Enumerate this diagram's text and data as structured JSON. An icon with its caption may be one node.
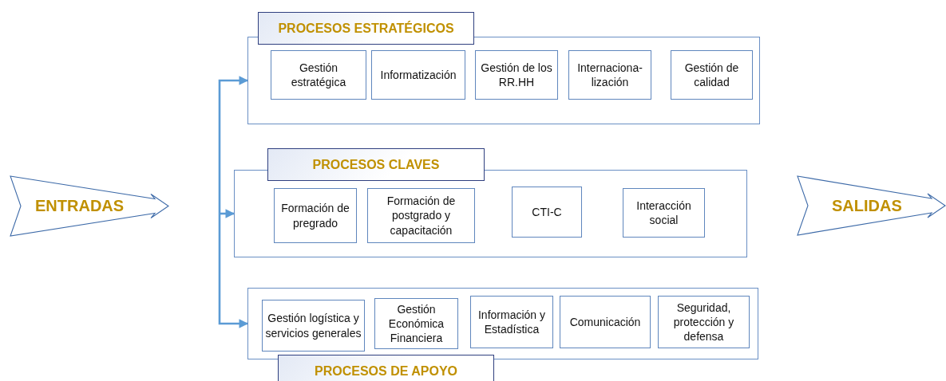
{
  "diagram": {
    "nodes": [
      {
        "text": [
          "ENTRADAS"
        ]
      },
      {
        "text": [
          "PROCESOS ESTRATÉGICOS"
        ]
      },
      {
        "text": [
          "Gestión estratégica"
        ],
        "in": 1
      },
      {
        "text": [
          "Informatización"
        ],
        "in": 1
      },
      {
        "text": [
          "Gestión de los RR.HH"
        ],
        "in": 1
      },
      {
        "text": [
          "Internaciona- lización"
        ],
        "in": 1
      },
      {
        "text": [
          "Gestión de calidad"
        ],
        "in": 1
      },
      {
        "text": [
          "PROCESOS CLAVES"
        ]
      },
      {
        "text": [
          "Formación de pregrado"
        ],
        "in": 7
      },
      {
        "text": [
          "Formación de postgrado y capacitación"
        ],
        "in": 7
      },
      {
        "text": [
          "CTI-C"
        ],
        "in": 7
      },
      {
        "text": [
          "Interacción social"
        ],
        "in": 7
      },
      {
        "text": [
          "PROCESOS DE APOYO"
        ]
      },
      {
        "text": [
          "Gestión logística y servicios generales"
        ],
        "in": 12
      },
      {
        "text": [
          "Gestión Económica Financiera"
        ],
        "in": 12
      },
      {
        "text": [
          "Información y Estadística"
        ],
        "in": 12
      },
      {
        "text": [
          "Comunicación"
        ],
        "in": 12
      },
      {
        "text": [
          "Seguridad, protección y defensa"
        ],
        "in": 12
      },
      {
        "text": [
          "SALIDAS"
        ]
      }
    ],
    "edges": [
      {
        "from": null,
        "to": 1,
        "arrow": "to"
      },
      {
        "from": null,
        "to": 7,
        "arrow": "to"
      },
      {
        "from": null,
        "to": 12,
        "arrow": "to"
      }
    ]
  }
}
